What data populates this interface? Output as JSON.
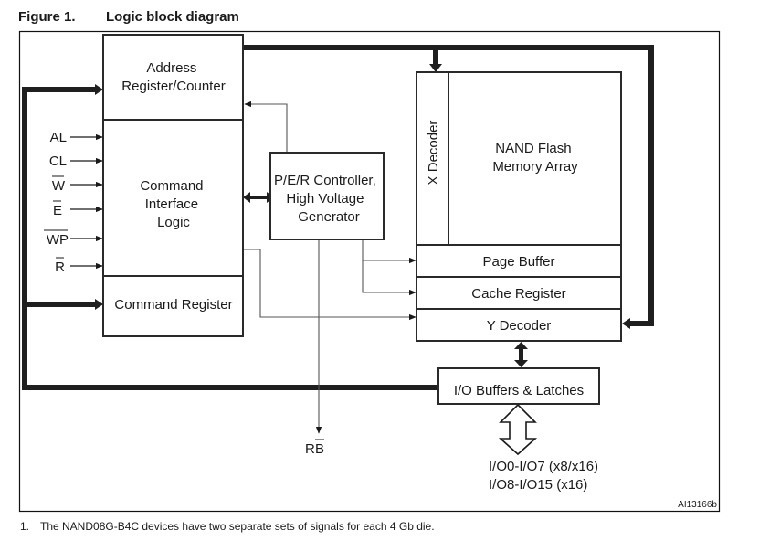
{
  "figure": {
    "number": "Figure 1.",
    "title": "Logic block diagram",
    "reference_id": "AI13166b"
  },
  "blocks": {
    "address_register": [
      "Address",
      "Register/Counter"
    ],
    "command_interface": [
      "Command",
      "Interface",
      "Logic"
    ],
    "command_register": [
      "Command Register"
    ],
    "per_controller": [
      "P/E/R Controller,",
      "High Voltage",
      "Generator"
    ],
    "x_decoder": [
      "X Decoder"
    ],
    "nand_array": [
      "NAND Flash",
      "Memory Array"
    ],
    "page_buffer": [
      "Page Buffer"
    ],
    "cache_register": [
      "Cache Register"
    ],
    "y_decoder": [
      "Y Decoder"
    ],
    "io_buffers": [
      "I/O Buffers & Latches"
    ]
  },
  "input_signals": [
    {
      "name": "AL",
      "overbar": false
    },
    {
      "name": "CL",
      "overbar": false
    },
    {
      "name": "W",
      "overbar": true
    },
    {
      "name": "E",
      "overbar": true
    },
    {
      "name": "WP",
      "overbar": true
    },
    {
      "name": "R",
      "overbar": true
    }
  ],
  "output_signals": {
    "ready_busy": {
      "prefix": "R",
      "barred": "B"
    },
    "io_lines": [
      "I/O0-I/O7 (x8/x16)",
      "I/O8-I/O15 (x16)"
    ]
  },
  "footnote": {
    "number": "1.",
    "text": "The NAND08G-B4C devices have two separate sets of signals for each 4 Gb die."
  }
}
